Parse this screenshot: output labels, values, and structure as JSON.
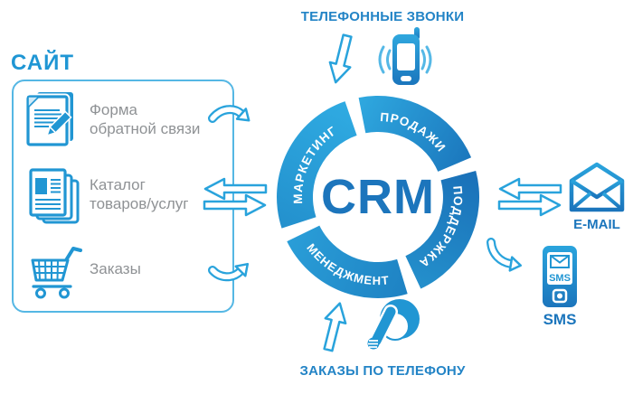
{
  "site_panel": {
    "title": "САЙТ",
    "items": [
      {
        "label": "Форма обратной связи",
        "icon": "feedback-form-icon"
      },
      {
        "label": "Каталог товаров/услуг",
        "icon": "catalog-icon"
      },
      {
        "label": "Заказы",
        "icon": "shopping-cart-icon"
      }
    ]
  },
  "crm": {
    "center": "CRM",
    "segments": [
      {
        "label": "ПРОДАЖИ"
      },
      {
        "label": "МАРКЕТИНГ"
      },
      {
        "label": "ПОДДЕРЖКА"
      },
      {
        "label": "МЕНЕДЖМЕНТ"
      }
    ]
  },
  "channels": {
    "phone_calls": {
      "label": "ТЕЛЕФОННЫЕ ЗВОНКИ",
      "icon": "mobile-phone-icon"
    },
    "email": {
      "label": "E-MAIL",
      "icon": "envelope-icon"
    },
    "sms": {
      "label": "SMS",
      "screen_text": "SMS",
      "icon": "sms-phone-icon"
    },
    "phone_orders": {
      "label": "ЗАКАЗЫ ПО ТЕЛЕФОНУ",
      "icon": "operator-icon"
    }
  },
  "colors": {
    "light_blue": "#29a3dc",
    "icon_blue": "#2196d3",
    "dark_blue": "#1b75bc",
    "title_blue": "#1f96d4",
    "label_blue": "#2384c6",
    "gray_text": "#8f9295"
  }
}
